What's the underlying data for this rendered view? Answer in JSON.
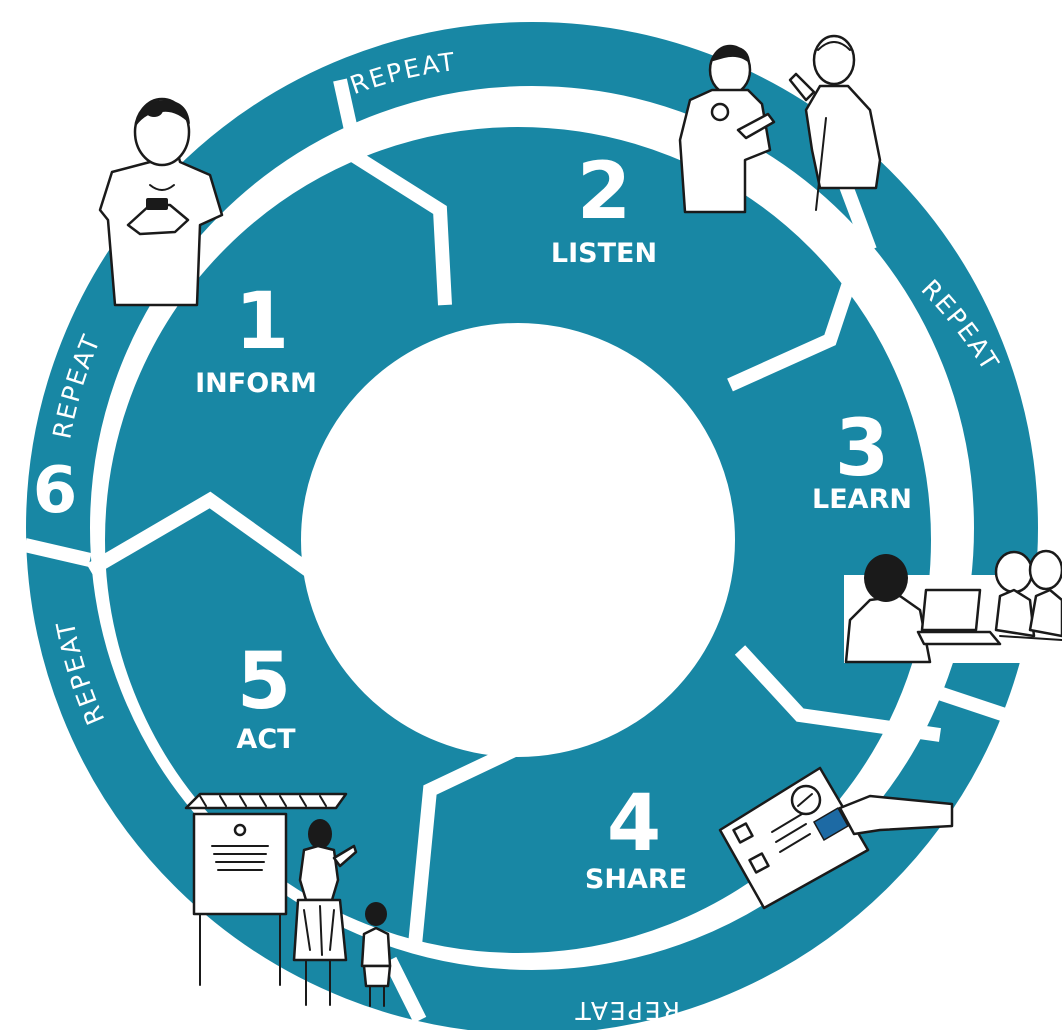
{
  "colors": {
    "ring": "#1887a4",
    "background": "#ffffff",
    "text": "#ffffff",
    "ink": "#1a1a1a"
  },
  "steps": [
    {
      "number": "1",
      "label": "INFORM"
    },
    {
      "number": "2",
      "label": "LISTEN"
    },
    {
      "number": "3",
      "label": "LEARN"
    },
    {
      "number": "4",
      "label": "SHARE"
    },
    {
      "number": "5",
      "label": "ACT"
    },
    {
      "number": "6",
      "label": ""
    }
  ],
  "repeat_labels": [
    "REPEAT",
    "REPEAT",
    "REPEAT",
    "REPEAT",
    "REPEAT"
  ],
  "illustrations": [
    {
      "name": "woman-with-phone-illustration"
    },
    {
      "name": "volunteer-and-elder-illustration"
    },
    {
      "name": "people-at-laptops-illustration"
    },
    {
      "name": "hand-holding-leaflet-illustration"
    },
    {
      "name": "notice-board-illustration"
    }
  ]
}
